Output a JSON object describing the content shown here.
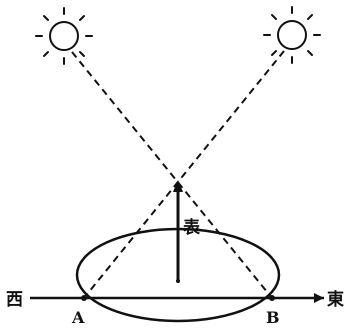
{
  "labels": {
    "gnomon": "表",
    "west": "西",
    "east": "東",
    "point_a": "A",
    "point_b": "B"
  },
  "colors": {
    "ink": "#111111",
    "background": "#ffffff"
  },
  "icons": {
    "sun": "sun-icon"
  }
}
